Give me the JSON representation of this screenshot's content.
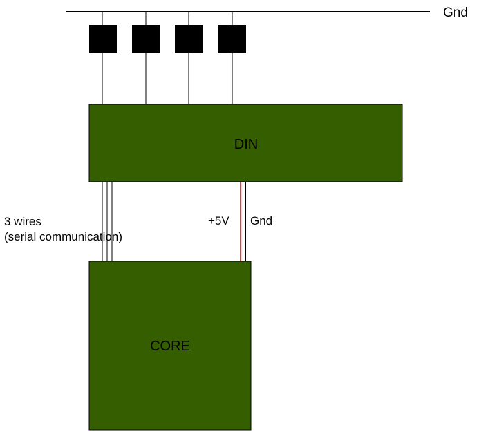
{
  "diagram": {
    "ground_bus_label": "Gnd",
    "din_label": "DIN",
    "core_label": "CORE",
    "serial_label_line1": "3 wires",
    "serial_label_line2": "(serial communication)",
    "power_label": "+5V",
    "ground_label": "Gnd",
    "colors": {
      "module_fill": "#355E00",
      "power_wire": "#FF3333",
      "wire": "#000000",
      "button": "#000000"
    }
  }
}
